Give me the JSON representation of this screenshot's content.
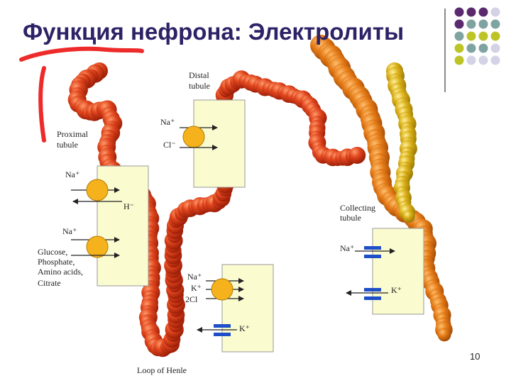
{
  "slide": {
    "title": "Функция нефрона: Электролиты",
    "page_number": "10"
  },
  "labels": {
    "proximal_tubule": [
      "Proximal",
      "tubule"
    ],
    "distal_tubule": [
      "Distal",
      "tubule"
    ],
    "loop_of_henle": "Loop of Henle",
    "collecting_tubule": [
      "Collecting",
      "tubule"
    ]
  },
  "proximal_box": {
    "na1": "Na⁺",
    "h": "H⁻",
    "na2": "Na⁺",
    "solutes": [
      "Glucose,",
      "Phosphate,",
      "Amino acids,",
      "Citrate"
    ]
  },
  "distal_box": {
    "na": "Na⁺",
    "cl": "Cl⁻"
  },
  "loop_box": {
    "na": "Na⁺",
    "k": "K⁺",
    "cl2": "2Cl",
    "k_out": "K⁺"
  },
  "collecting_box": {
    "na": "Na⁺",
    "k": "K⁺"
  },
  "colors": {
    "title": "#2e2267",
    "box_fill": "#fbfbd0",
    "transporter": "#f5b21c",
    "channel": "#1f4fc7",
    "tubule_red": "#d0321a",
    "tubule_orange": "#e07a14",
    "tubule_yellow": "#d4a814",
    "pen_red": "#ee2b2b",
    "dot_purple": "#5b2a6e",
    "dot_teal": "#7fa3a0",
    "dot_olive": "#bdc426",
    "dot_lavender": "#d4d3e6"
  }
}
